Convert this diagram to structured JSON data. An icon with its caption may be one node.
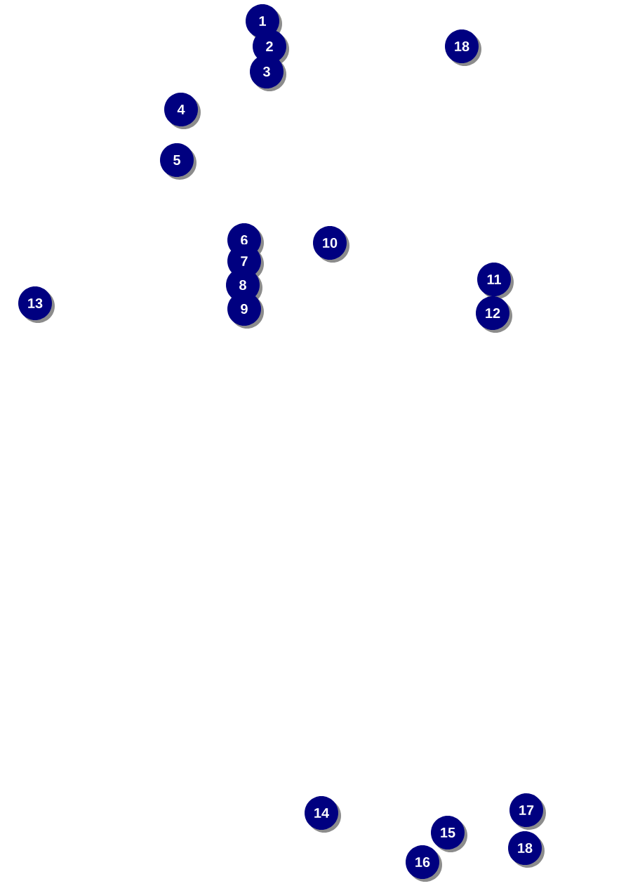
{
  "diagram": {
    "labels": [
      "1",
      "2",
      "3",
      "18",
      "4",
      "5",
      "6",
      "7",
      "8",
      "9",
      "10",
      "11",
      "12",
      "13",
      "14",
      "15",
      "16",
      "17",
      "18"
    ]
  }
}
